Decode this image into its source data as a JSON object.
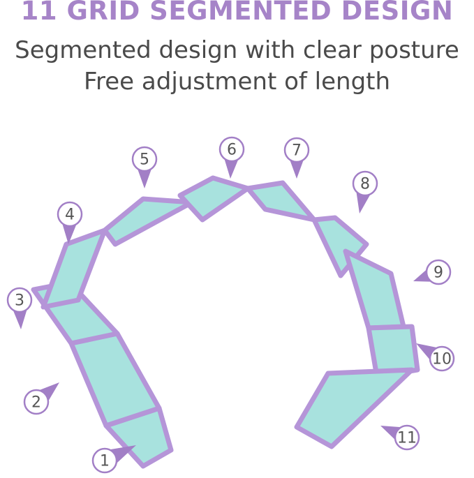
{
  "header": {
    "headline": "11 GRID SEGMENTED DESIGN",
    "line1": "Segmented design with clear posture",
    "line2": "Free adjustment of length"
  },
  "colors": {
    "headline": "#a684c8",
    "subtext": "#4a4a4a",
    "strap_fill": "#a8e2de",
    "strap_edge": "#b595d8",
    "marker": "#a27fc6",
    "marker_circle": "#ffffff"
  },
  "markers": [
    {
      "label": "1",
      "icon": "pointer-marker"
    },
    {
      "label": "2",
      "icon": "pointer-marker"
    },
    {
      "label": "3",
      "icon": "pointer-marker"
    },
    {
      "label": "4",
      "icon": "pointer-marker"
    },
    {
      "label": "5",
      "icon": "pointer-marker"
    },
    {
      "label": "6",
      "icon": "pointer-marker"
    },
    {
      "label": "7",
      "icon": "pointer-marker"
    },
    {
      "label": "8",
      "icon": "pointer-marker"
    },
    {
      "label": "9",
      "icon": "pointer-marker"
    },
    {
      "label": "10",
      "icon": "pointer-marker"
    },
    {
      "label": "11",
      "icon": "pointer-marker"
    }
  ]
}
